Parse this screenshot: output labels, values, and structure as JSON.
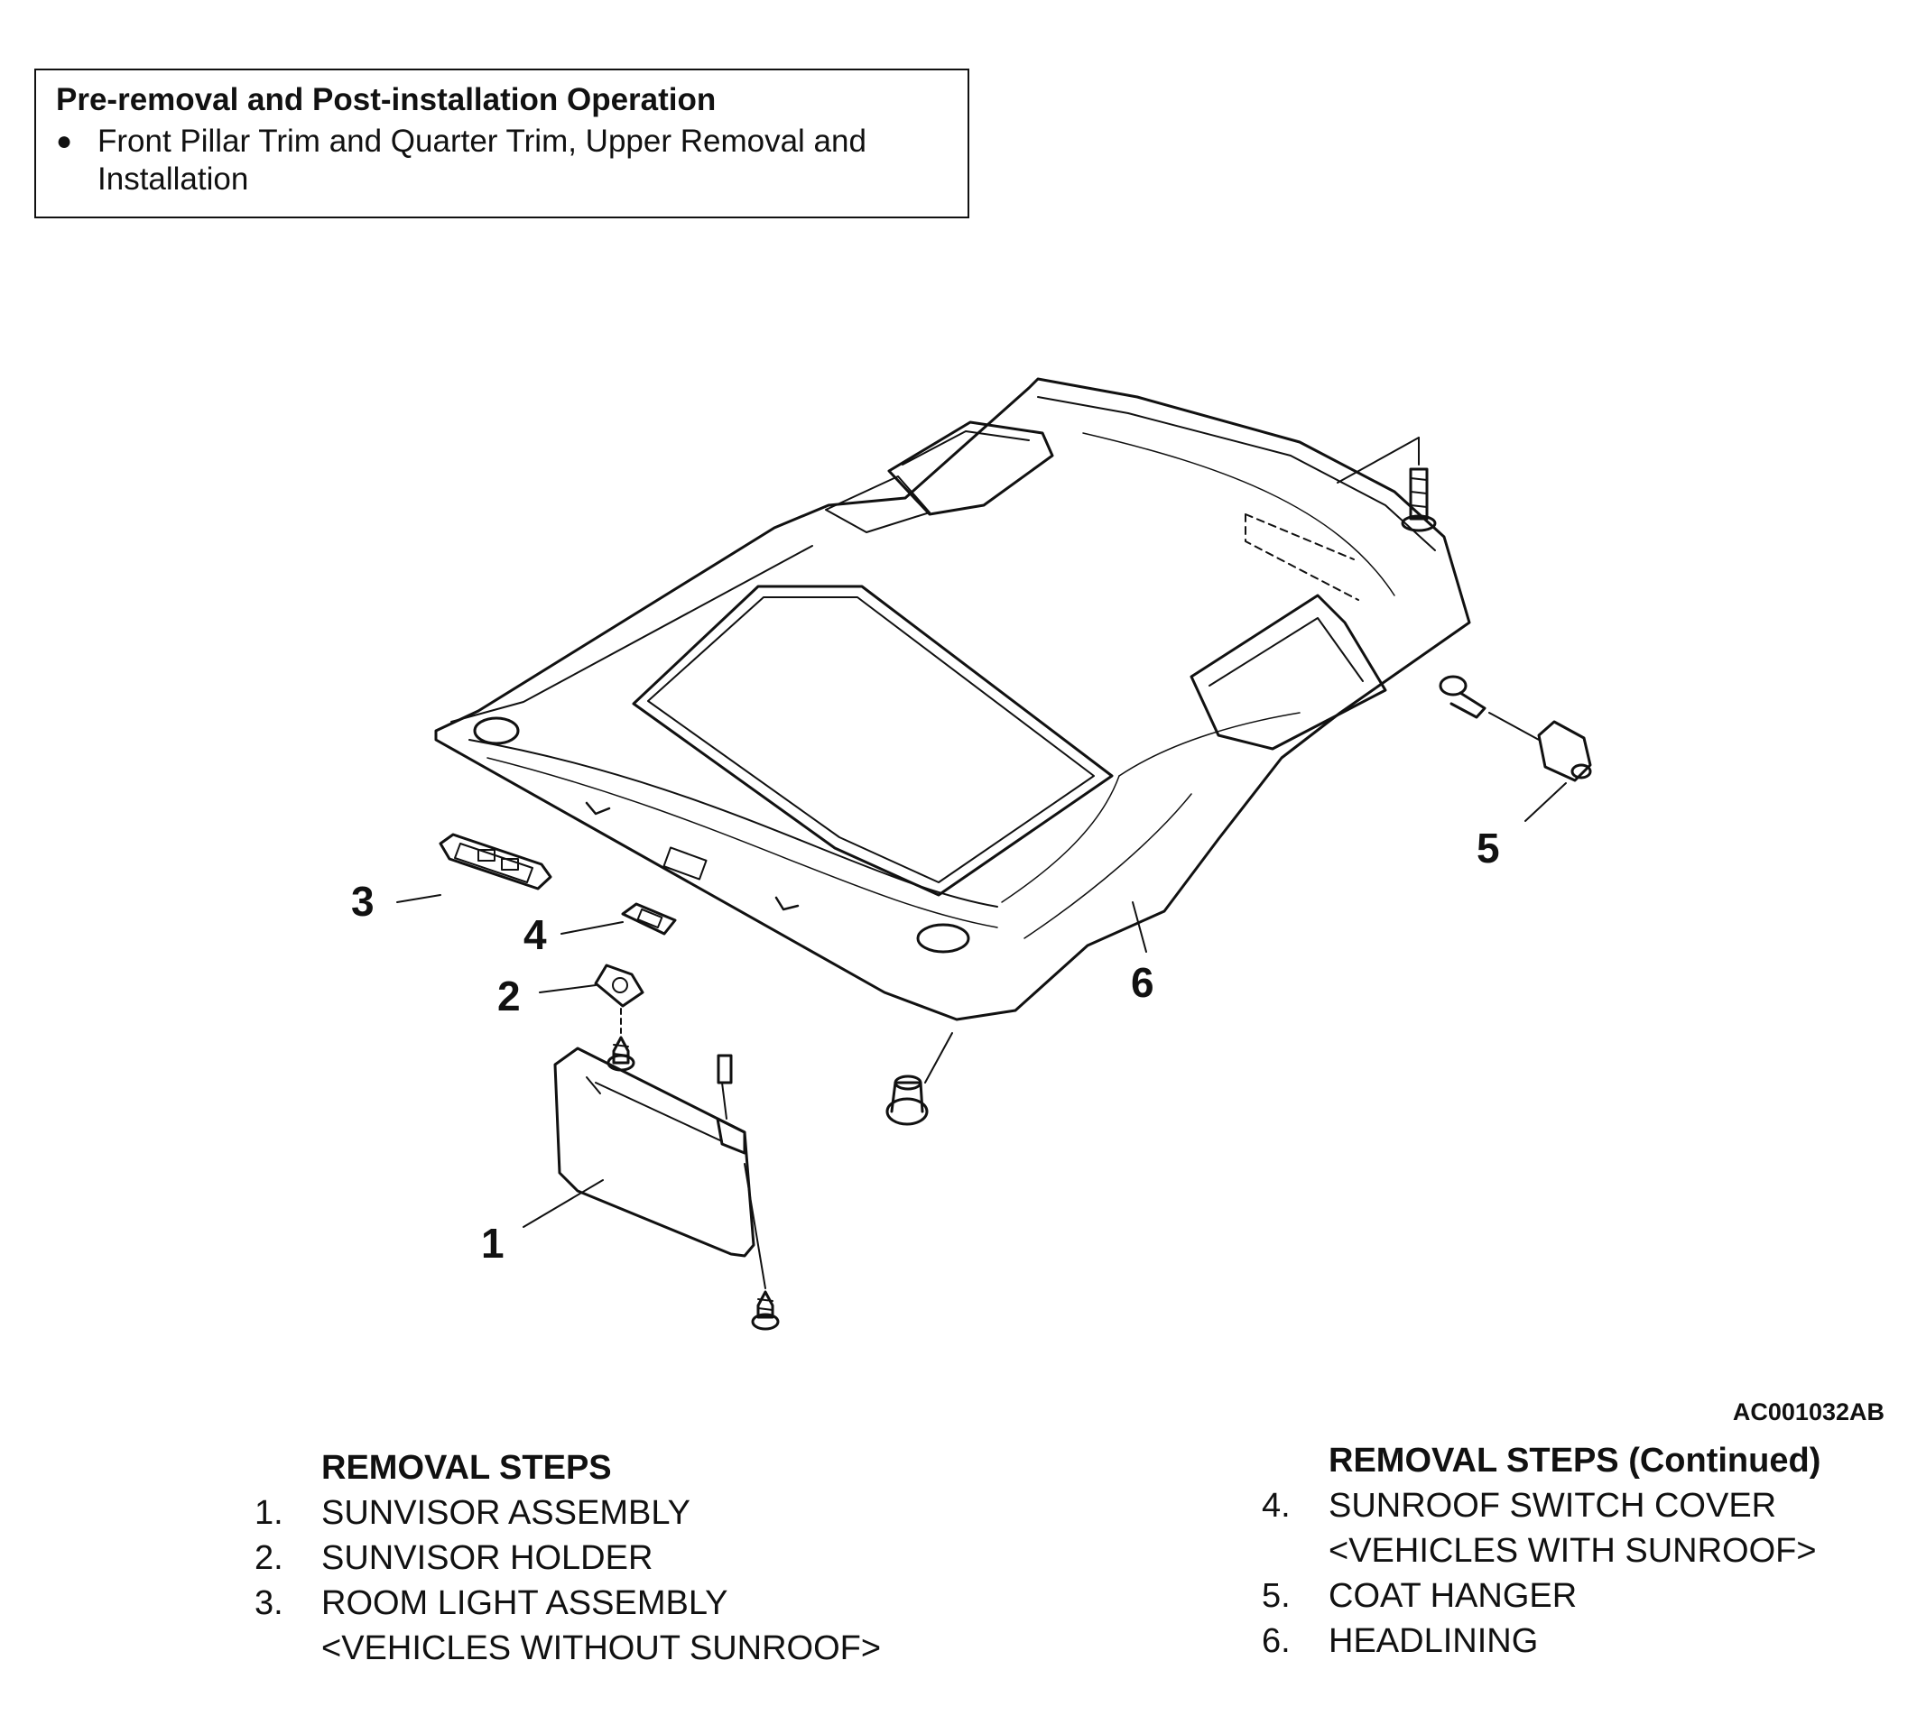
{
  "pre_operation": {
    "title": "Pre-removal and Post-installation Operation",
    "items": [
      "Front Pillar Trim and Quarter Trim, Upper Removal and Installation"
    ]
  },
  "figure_code": "AC001032AB",
  "callouts": [
    "1",
    "2",
    "3",
    "4",
    "5",
    "6"
  ],
  "removal_steps": {
    "heading": "REMOVAL STEPS",
    "steps": [
      {
        "num": "1.",
        "text": "SUNVISOR ASSEMBLY"
      },
      {
        "num": "2.",
        "text": "SUNVISOR HOLDER"
      },
      {
        "num": "3.",
        "text": "ROOM LIGHT ASSEMBLY\n<VEHICLES WITHOUT SUNROOF>"
      }
    ]
  },
  "removal_steps_continued": {
    "heading": "REMOVAL STEPS (Continued)",
    "steps": [
      {
        "num": "4.",
        "text": "SUNROOF SWITCH COVER\n<VEHICLES WITH SUNROOF>"
      },
      {
        "num": "5.",
        "text": "COAT HANGER"
      },
      {
        "num": "6.",
        "text": "HEADLINING"
      }
    ]
  }
}
